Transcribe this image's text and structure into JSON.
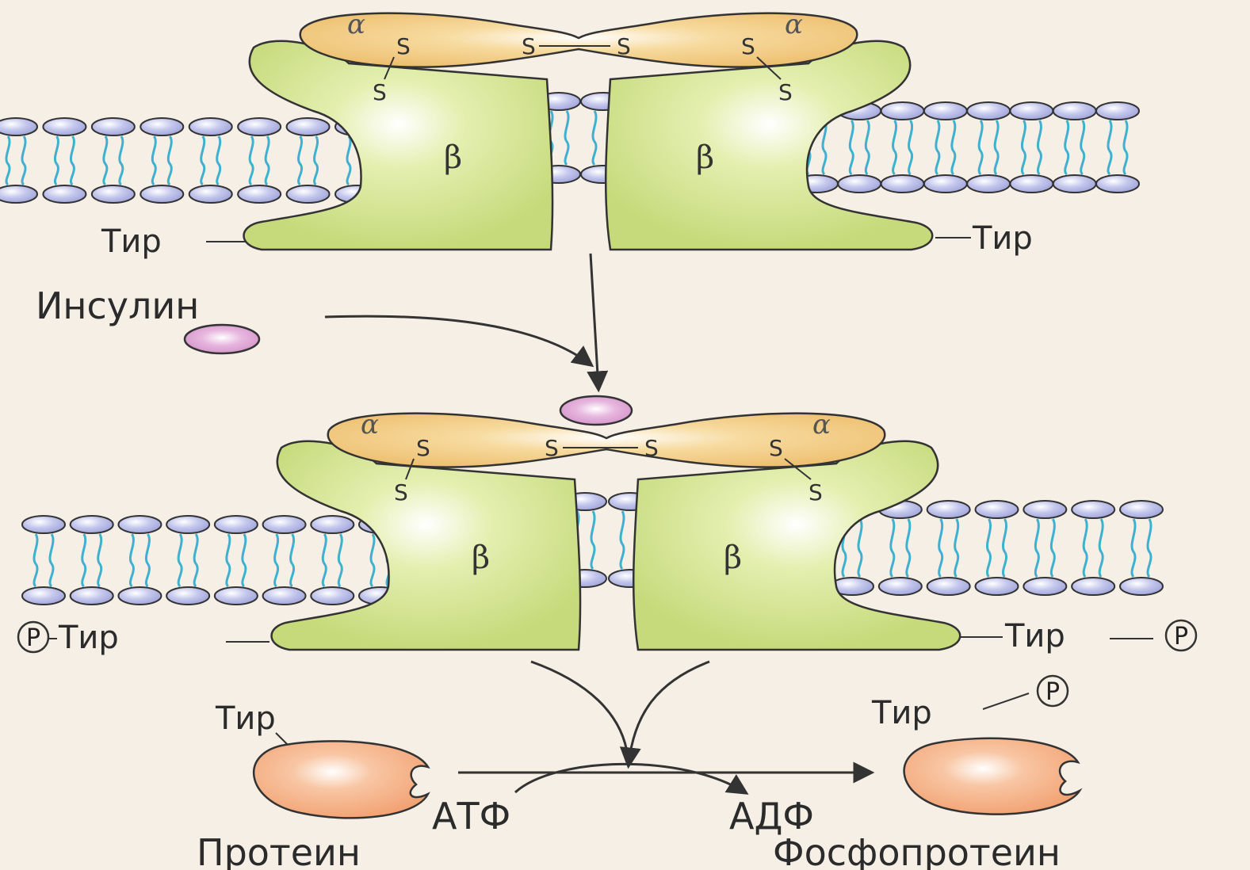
{
  "diagram": {
    "labels": {
      "tyr": "Тир",
      "insulin": "Инсулин",
      "atp": "АТФ",
      "adp": "АДФ",
      "protein": "Протеин",
      "phosphoprotein": "Фосфопротеин",
      "alpha": "α",
      "beta": "β",
      "sulfur": "S",
      "phosphate": "P"
    },
    "colors": {
      "background": "#f6efe6",
      "beta_subunit": "#cfe08a",
      "alpha_subunit": "#f2cb7c",
      "lipid_head": "#b9bde6",
      "lipid_tail": "#3fb1d0",
      "insulin": "#dca1d2",
      "protein": "#f4aa7a",
      "outline": "#333333"
    }
  }
}
